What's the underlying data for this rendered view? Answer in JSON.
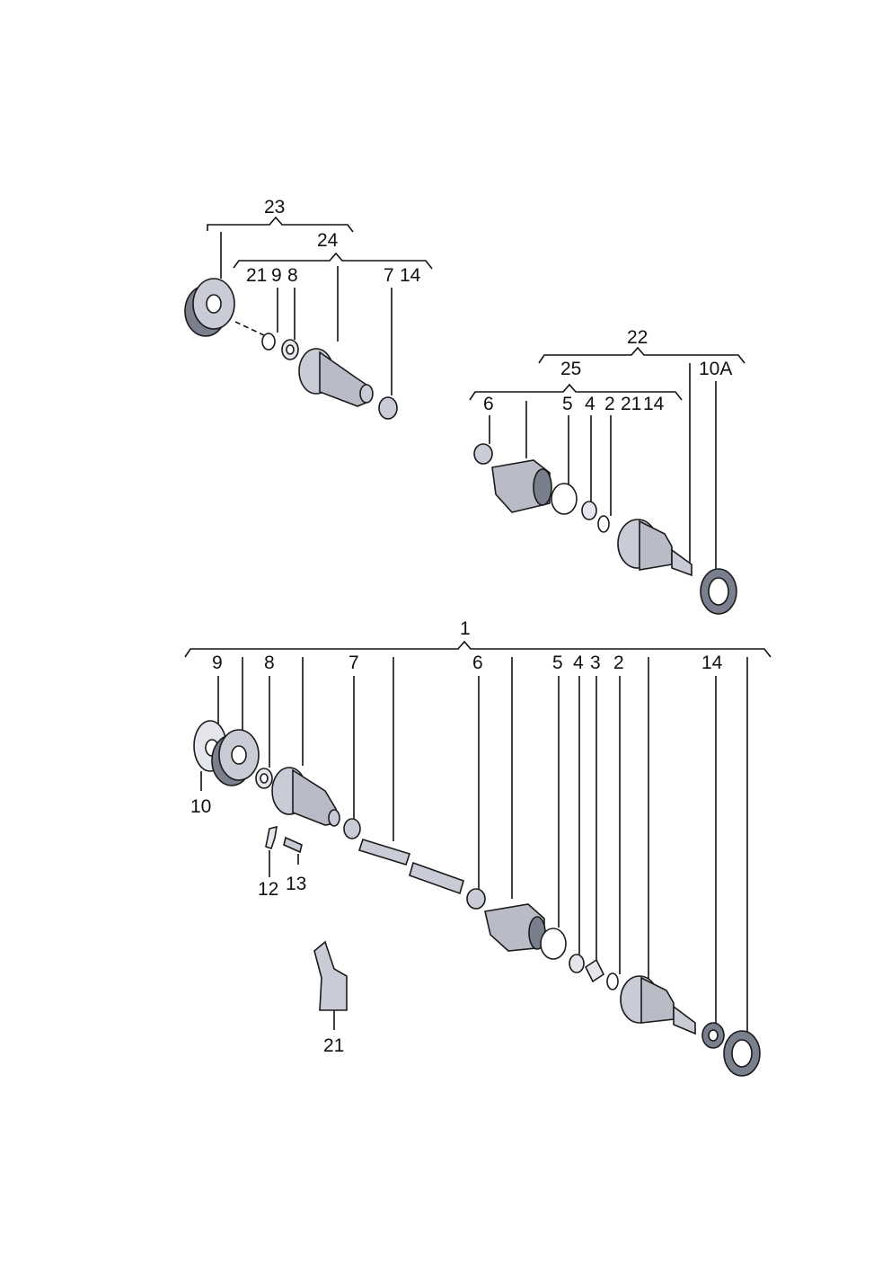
{
  "labels": {
    "l23": "23",
    "l24": "24",
    "t21": "21",
    "t9": "9",
    "t8": "8",
    "t7": "7",
    "t14": "14",
    "l22": "22",
    "l25": "25",
    "l10A": "10A",
    "r6": "6",
    "r5": "5",
    "r4": "4",
    "r2": "2",
    "r21": "21",
    "r14": "14",
    "l1": "1",
    "m9": "9",
    "m8": "8",
    "m7": "7",
    "m6": "6",
    "m5": "5",
    "m4": "4",
    "m3": "3",
    "m2": "2",
    "m14": "14",
    "m10": "10",
    "m12": "12",
    "m13": "13",
    "m21": "21"
  },
  "colors": {
    "line": "#111111",
    "metal": "#c9ccd6",
    "shade": "#7a7f8e",
    "boot": "#b9bcc7"
  }
}
